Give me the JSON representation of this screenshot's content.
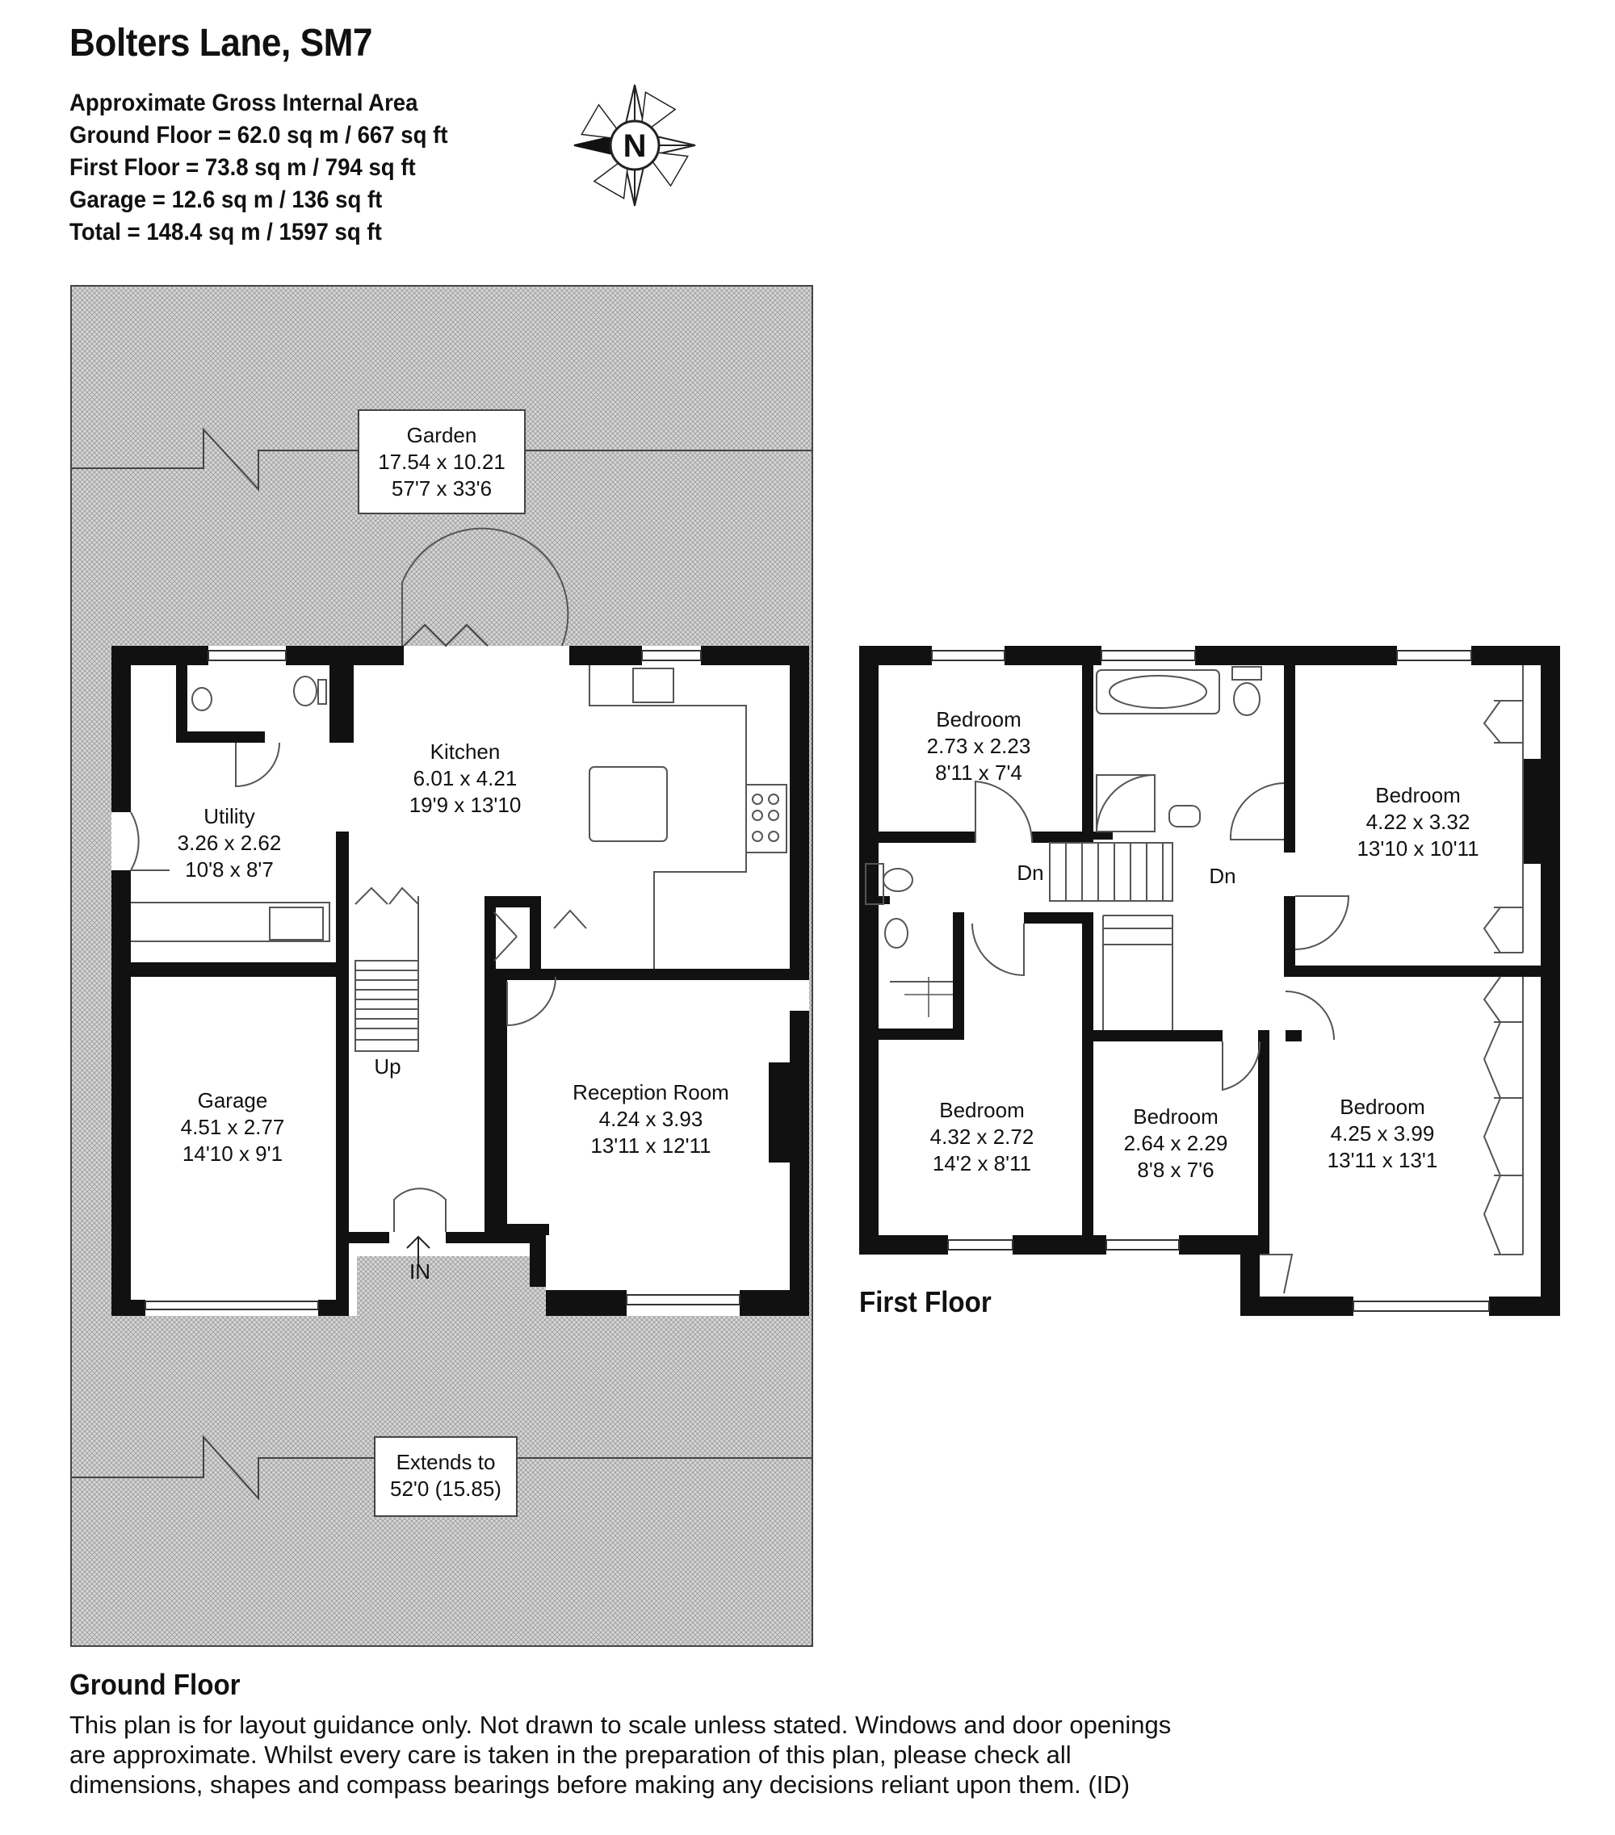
{
  "title": "Bolters Lane, SM7",
  "areas": {
    "heading": "Approximate Gross Internal Area",
    "ground": "Ground Floor = 62.0 sq m / 667 sq ft",
    "first": "First Floor = 73.8 sq m / 794 sq ft",
    "garage": "Garage = 12.6 sq m / 136 sq ft",
    "total": "Total = 148.4 sq m / 1597 sq ft"
  },
  "compass": {
    "label": "N"
  },
  "rooms": {
    "garden": [
      "Garden",
      "17.54 x 10.21",
      "57'7 x 33'6"
    ],
    "kitchen": [
      "Kitchen",
      "6.01 x 4.21",
      "19'9 x 13'10"
    ],
    "utility": [
      "Utility",
      "3.26 x 2.62",
      "10'8 x 8'7"
    ],
    "garage": [
      "Garage",
      "4.51 x 2.77",
      "14'10 x 9'1"
    ],
    "reception": [
      "Reception Room",
      "4.24 x 3.93",
      "13'11 x 12'11"
    ],
    "extends": [
      "Extends to",
      "52'0 (15.85)"
    ],
    "bed1": [
      "Bedroom",
      "2.73 x 2.23",
      "8'11 x 7'4"
    ],
    "bed2": [
      "Bedroom",
      "4.22 x 3.32",
      "13'10 x 10'11"
    ],
    "bed3": [
      "Bedroom",
      "4.32 x 2.72",
      "14'2 x 8'11"
    ],
    "bed4": [
      "Bedroom",
      "2.64 x 2.29",
      "8'8 x 7'6"
    ],
    "bed5": [
      "Bedroom",
      "4.25 x 3.99",
      "13'11 x 13'1"
    ]
  },
  "markers": {
    "up": "Up",
    "in": "IN",
    "dn1": "Dn",
    "dn2": "Dn"
  },
  "floor_labels": {
    "ground": "Ground Floor",
    "first": "First Floor"
  },
  "disclaimer": [
    "This plan is for layout guidance only. Not drawn to scale unless stated. Windows and door openings",
    "are approximate. Whilst every care is taken in the preparation of this plan, please check all",
    "dimensions, shapes and compass bearings before making any decisions reliant upon them. (ID)"
  ]
}
